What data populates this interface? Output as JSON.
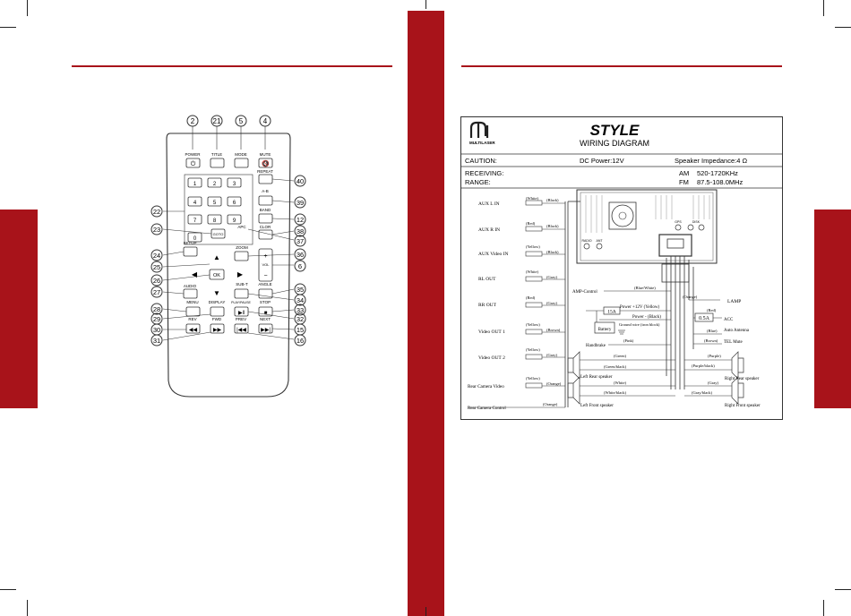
{
  "remote": {
    "top_callouts": [
      "2",
      "21",
      "5",
      "4"
    ],
    "top_labels": [
      "POWER",
      "TITLE",
      "MODE",
      "MUTE"
    ],
    "digits": [
      "1",
      "2",
      "3",
      "4",
      "5",
      "6",
      "7",
      "8",
      "9",
      "0"
    ],
    "small_labels": {
      "repeat": "REPEAT",
      "ab": "A-B",
      "band": "BAND",
      "goto": "GOTO",
      "apc": "APC",
      "eq": "CLOR",
      "setup": "SETUP",
      "zoom": "ZOOM",
      "ok": "OK",
      "vol": "VOL",
      "audio": "AUDIO",
      "subt": "SUB-T",
      "angle": "ANGLE",
      "menu": "MENU",
      "display": "DISPLAY",
      "playpause": "PLAY/PAUSE",
      "stop": "STOP",
      "rev": "REV",
      "fwd": "FWD",
      "prev": "PREV",
      "next": "NEXT"
    },
    "callouts": {
      "c40": "40",
      "c39": "39",
      "c12": "12",
      "c38": "38",
      "c37": "37",
      "c36": "36",
      "c6": "6",
      "c35": "35",
      "c34": "34",
      "c33": "33",
      "c32": "32",
      "c15": "15",
      "c16": "16",
      "c22": "22",
      "c23": "23",
      "c24": "24",
      "c25": "25",
      "c26": "26",
      "c27": "27",
      "c28": "28",
      "c29": "29",
      "c30": "30",
      "c31": "31"
    }
  },
  "wiring": {
    "brand": "MULTILASER",
    "model": "STYLE",
    "title": "WIRING DIAGRAM",
    "caution": "CAUTION:",
    "dc_power": "DC Power:12V",
    "impedance": "Speaker Impedance:4 Ω",
    "receiving": "RECEIVING:",
    "range": "RANGE:",
    "am": "AM",
    "am_range": "520-1720KHz",
    "fm": "FM",
    "fm_range": "87.5-108.0MHz",
    "left_items": [
      {
        "label": "AUX L IN",
        "color1": "(White)",
        "color2": "(Black)"
      },
      {
        "label": "AUX R IN",
        "color1": "(Red)",
        "color2": "(Black)"
      },
      {
        "label": "AUX Video IN",
        "color1": "(Yellow)",
        "color2": "(Black)"
      },
      {
        "label": "RL OUT",
        "color1": "(White)",
        "color2": "(Gray)"
      },
      {
        "label": "RR OUT",
        "color1": "(Red)",
        "color2": "(Gray)"
      },
      {
        "label": "Video OUT 1",
        "color1": "(Yellow)",
        "color2": "(Brown)"
      },
      {
        "label": "Video OUT 2",
        "color1": "(Yellow)",
        "color2": "(Gray)"
      },
      {
        "label": "Rear Camera Video",
        "color1": "(Yellow)",
        "color2": "(Orange)"
      }
    ],
    "rear_camera_control": "Rear Camera Control",
    "rear_camera_control_color": "(Orange)",
    "amp_control": "AMP-Control",
    "amp_color": "(Blue/White)",
    "power": "Power +12V (Yellow)",
    "fuse_15a": "15A",
    "power_neg": "Power - (Black)",
    "ground": "Ground wire (iron block)",
    "battery": "Battery",
    "handbrake": "Handbrake",
    "handbrake_color": "(Pink)",
    "lamp_color": "(Orange)",
    "lamp": "LAMP",
    "acc_color": "(Red)",
    "fuse_05a": "0.5A",
    "acc": "ACC",
    "antenna_color": "(Blue)",
    "antenna": "Auto Antenna",
    "tel_color": "(Brown)",
    "tel": "TEL Mute",
    "left_rear": "Left Rear speaker",
    "left_rear_c1": "(Green)",
    "left_rear_c2": "(Green/black)",
    "left_front": "Left Front speaker",
    "left_front_c1": "(White)",
    "left_front_c2": "(White/black)",
    "right_rear": "Right Rear speaker",
    "right_rear_c1": "(Purple)",
    "right_rear_c2": "(Purple/black)",
    "right_front": "Right Front speaker",
    "right_front_c1": "(Gray)",
    "right_front_c2": "(Gray/black)",
    "unit_labels": [
      "RADIO",
      "ANT",
      "GPS",
      "DISK"
    ]
  },
  "colors": {
    "accent": "#a8131a"
  }
}
